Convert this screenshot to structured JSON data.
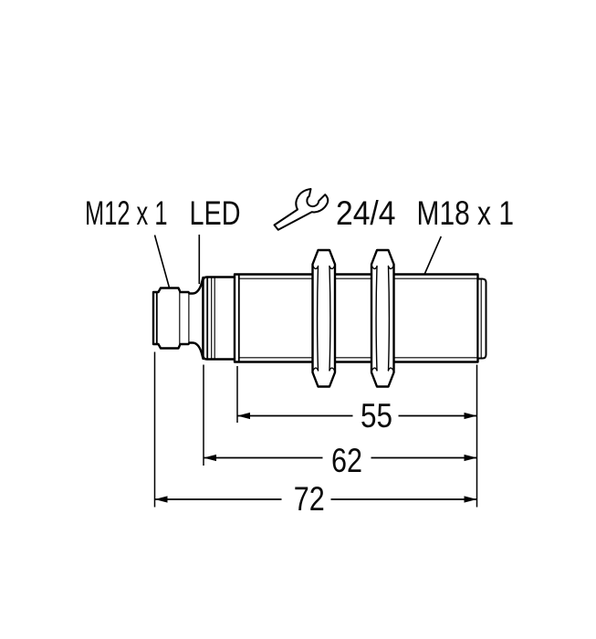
{
  "drawing": {
    "type": "technical-dimension-drawing",
    "labels": {
      "connector_thread": "M12 x 1",
      "led": "LED",
      "wrench_size": "24/4",
      "barrel_thread": "M18 x 1"
    },
    "dimensions": {
      "thread_length": "55",
      "housing_length": "62",
      "total_length": "72"
    },
    "icons": {
      "wrench": "open-end-wrench"
    },
    "colors": {
      "line": "#000000",
      "text": "#0a0a0a",
      "background": "#ffffff"
    }
  }
}
